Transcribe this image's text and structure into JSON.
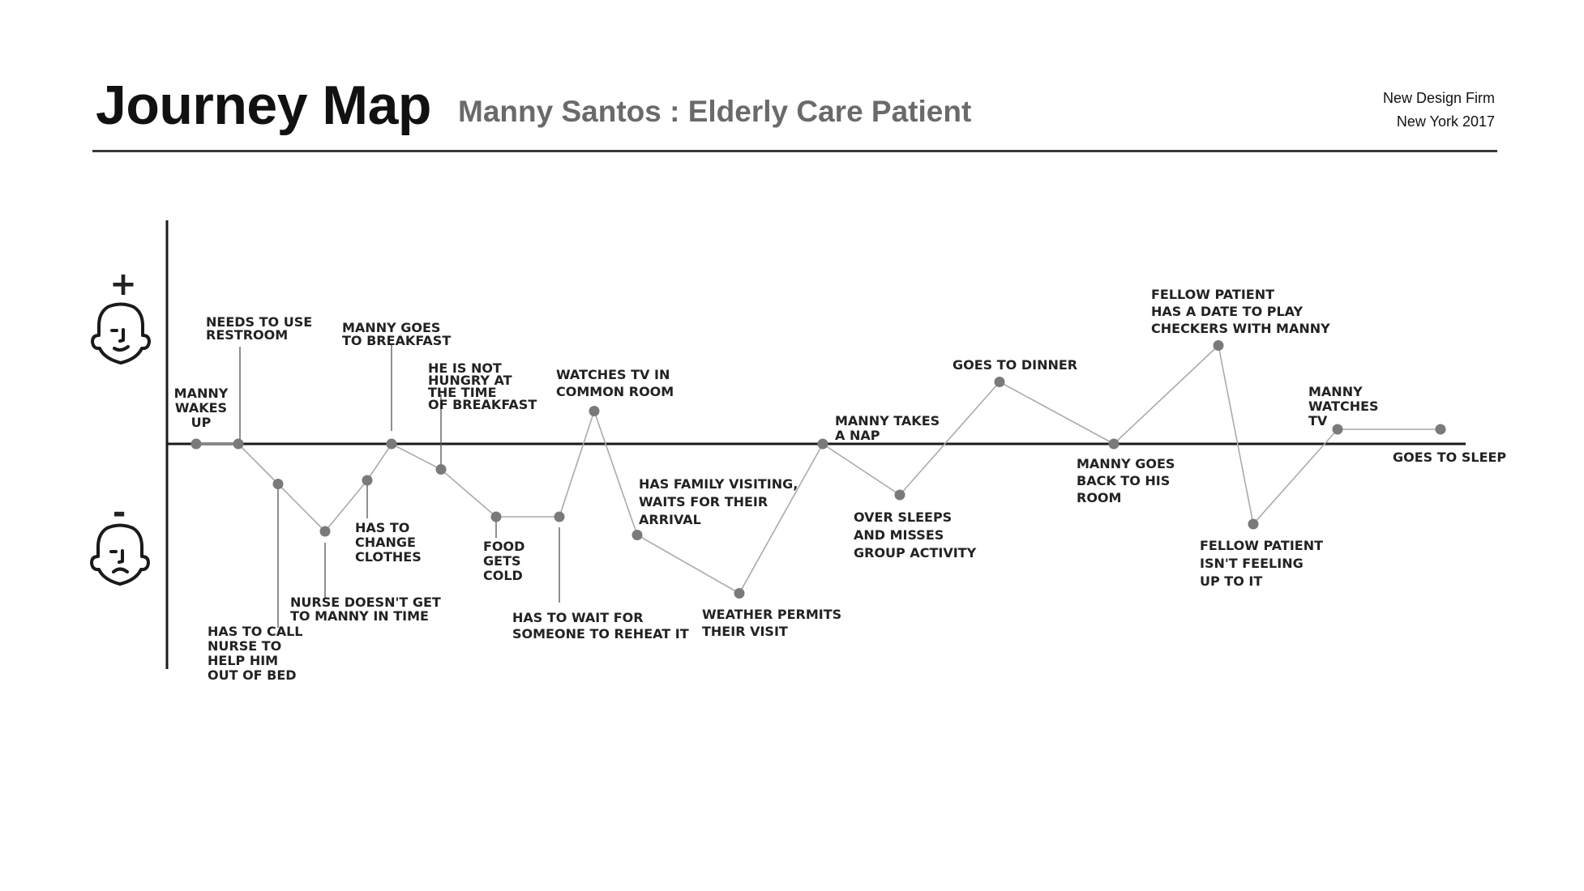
{
  "header": {
    "title": "Journey Map",
    "subtitle": "Manny Santos : Elderly Care Patient",
    "firm": "New Design Firm",
    "location_year": "New York 2017"
  },
  "scale": {
    "positive_symbol": "+",
    "negative_symbol": "-",
    "positive_icon": "happy-face-icon",
    "negative_icon": "sad-face-icon"
  },
  "colors": {
    "line": "#aaaaaa",
    "point": "#7a7a7a",
    "axis": "#1a1a1a",
    "text": "#222222",
    "subtitle": "#6a6a6a"
  },
  "chart_data": {
    "type": "line",
    "y_scale": "emotion: positive above baseline, negative below (0 = neutral)",
    "ylim": [
      -2.5,
      1.5
    ],
    "points": [
      {
        "step": 1,
        "value": 0.0,
        "label": [
          "MANNY",
          "WAKES",
          "UP"
        ]
      },
      {
        "step": 2,
        "value": 0.0,
        "label": [
          "NEEDS TO USE",
          "RESTROOM"
        ]
      },
      {
        "step": 3,
        "value": -0.55,
        "label": [
          "HAS TO CALL",
          "NURSE TO",
          "HELP HIM",
          "OUT OF BED"
        ]
      },
      {
        "step": 4,
        "value": -1.2,
        "label": [
          "NURSE DOESN'T GET",
          "TO MANNY IN TIME"
        ]
      },
      {
        "step": 5,
        "value": -0.5,
        "label": [
          "HAS TO",
          "CHANGE",
          "CLOTHES"
        ]
      },
      {
        "step": 6,
        "value": 0.0,
        "label": [
          "MANNY GOES",
          "TO BREAKFAST"
        ]
      },
      {
        "step": 7,
        "value": -0.35,
        "label": [
          "HE IS NOT",
          "HUNGRY AT",
          "THE TIME",
          "OF BREAKFAST"
        ]
      },
      {
        "step": 8,
        "value": -1.0,
        "label": [
          "FOOD",
          "GETS",
          "COLD"
        ]
      },
      {
        "step": 9,
        "value": -1.0,
        "label": [
          "HAS TO WAIT FOR",
          "SOMEONE TO REHEAT IT"
        ]
      },
      {
        "step": 10,
        "value": 0.45,
        "label": [
          "WATCHES TV IN",
          "COMMON ROOM"
        ]
      },
      {
        "step": 11,
        "value": -1.25,
        "label": [
          "HAS FAMILY VISITING,",
          "WAITS FOR THEIR",
          "ARRIVAL"
        ]
      },
      {
        "step": 12,
        "value": -2.05,
        "label": [
          "WEATHER PERMITS",
          "THEIR VISIT"
        ]
      },
      {
        "step": 13,
        "value": 0.0,
        "label": [
          "MANNY TAKES",
          "A NAP"
        ]
      },
      {
        "step": 14,
        "value": -0.7,
        "label": [
          "OVER SLEEPS",
          "AND MISSES",
          "GROUP ACTIVITY"
        ]
      },
      {
        "step": 15,
        "value": 0.85,
        "label": [
          "GOES TO DINNER"
        ]
      },
      {
        "step": 16,
        "value": 0.0,
        "label": [
          "MANNY GOES",
          "BACK TO HIS",
          "ROOM"
        ]
      },
      {
        "step": 17,
        "value": 1.35,
        "label": [
          "FELLOW PATIENT",
          "HAS A DATE TO PLAY",
          "CHECKERS WITH MANNY"
        ]
      },
      {
        "step": 18,
        "value": -1.1,
        "label": [
          "FELLOW PATIENT",
          "ISN'T FEELING",
          "UP TO IT"
        ]
      },
      {
        "step": 19,
        "value": 0.2,
        "label": [
          "MANNY",
          "WATCHES",
          "TV"
        ]
      },
      {
        "step": 20,
        "value": 0.2,
        "label": [
          "GOES TO SLEEP"
        ]
      }
    ]
  }
}
